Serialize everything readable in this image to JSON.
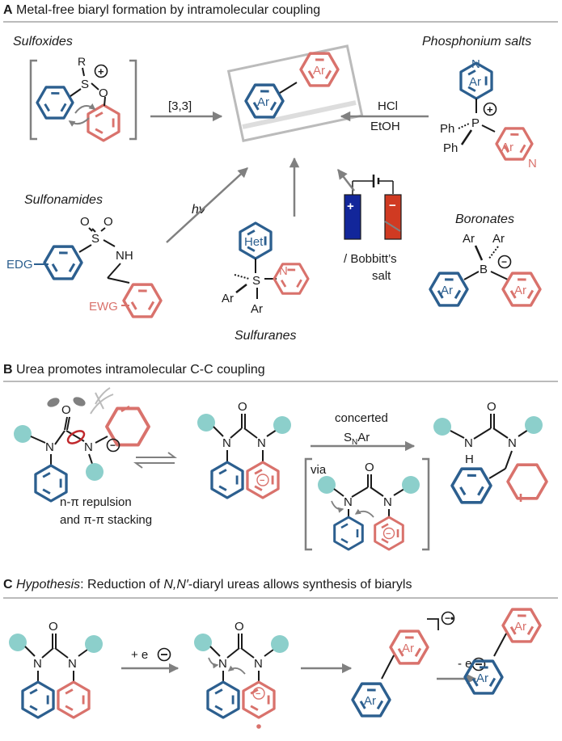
{
  "colors": {
    "blue": "#2C5F8F",
    "red": "#D9726C",
    "teal": "#8CCFCB",
    "gray": "#808080",
    "divider": "#BBBBBB",
    "text": "#1A1A1A",
    "battery_blue": "#12269A",
    "battery_red": "#D03A22",
    "curl_red": "#C0282C"
  },
  "section_a": {
    "letter": "A",
    "title": "Metal-free biaryl formation by intramolecular coupling",
    "sulfoxides": {
      "label": "Sulfoxides",
      "r": "R",
      "s": "S",
      "o": "O",
      "plus": "+"
    },
    "sigmatropic": "[3,3]",
    "center": {
      "ar_blue": "Ar",
      "ar_red": "Ar"
    },
    "phosphonium": {
      "label": "Phosphonium salts",
      "n_top": "N",
      "ar_top": "Ar",
      "p": "P",
      "plus": "+",
      "ph1": "Ph",
      "ph2": "Ph",
      "ar_red": "Ar",
      "n_red": "N"
    },
    "hcl": "HCl",
    "etoh": "EtOH",
    "sulfonamides": {
      "label": "Sulfonamides",
      "o1": "O",
      "o2": "O",
      "s": "S",
      "nh": "NH",
      "edg": "EDG",
      "ewg": "EWG"
    },
    "hv": "hν",
    "sulfuranes": {
      "label": "Sulfuranes",
      "het": "Het",
      "s": "S",
      "ar1": "Ar",
      "ar2": "Ar",
      "n": "N"
    },
    "electro": {
      "plus": "+",
      "minus": "−",
      "line1": "/ Bobbitt’s",
      "line2": "salt"
    },
    "boronates": {
      "label": "Boronates",
      "ar1": "Ar",
      "ar2": "Ar",
      "b": "B",
      "minus": "−",
      "ar_blue": "Ar",
      "ar_red": "Ar"
    }
  },
  "section_b": {
    "letter": "B",
    "title": "Urea promotes intramolecular C-C coupling",
    "n1": "N",
    "n2": "N",
    "o": "O",
    "minus": "−",
    "repulsion_line1": "n-π repulsion",
    "repulsion_line2": "and π-π stacking",
    "urea2": {
      "o": "O",
      "n1": "N",
      "n2": "N",
      "minus": "−"
    },
    "concerted": "concerted",
    "snar_s": "S",
    "snar_sub": "N",
    "snar_ar": "Ar",
    "via": "via",
    "via_urea": {
      "o": "O",
      "n1": "N",
      "n2": "N",
      "minus": "−"
    },
    "product": {
      "o": "O",
      "nh_n": "N",
      "nh_h": "H",
      "n2": "N"
    }
  },
  "section_c": {
    "letter": "C",
    "hypothesis": "Hypothesis",
    "title_rest": ": Reduction of ",
    "nn": "N,N′",
    "title_tail": "-diaryl ureas allows synthesis of biaryls",
    "urea1": {
      "o": "O",
      "n1": "N",
      "n2": "N"
    },
    "plus_e": "+ e",
    "urea2": {
      "o": "O",
      "n1": "N",
      "n2": "N",
      "minus": "−"
    },
    "radical_anion": {
      "ar_red": "Ar",
      "ar_blue": "Ar",
      "charge": "−•"
    },
    "minus_e": "- e",
    "biaryl": {
      "ar_red": "Ar",
      "ar_blue": "Ar"
    }
  }
}
